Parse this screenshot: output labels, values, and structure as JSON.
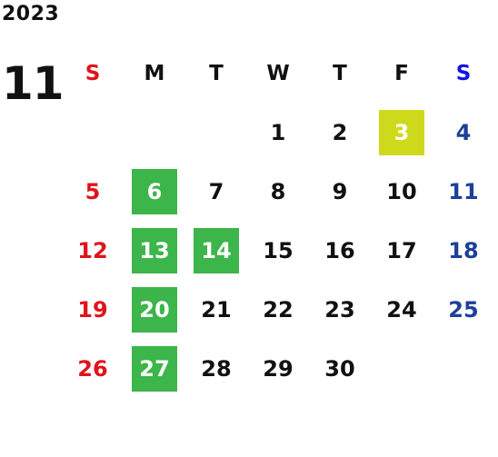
{
  "year": "2023",
  "month": "11",
  "weekdays": [
    "S",
    "M",
    "T",
    "W",
    "T",
    "F",
    "S"
  ],
  "colors": {
    "sunday": "#e0141b",
    "saturday": "#1c3f99",
    "saturday_header": "#1414e0",
    "highlight_green": "#3cb54a",
    "highlight_yellow": "#cfd91c",
    "text": "#111111"
  },
  "weeks": [
    [
      {
        "day": ""
      },
      {
        "day": ""
      },
      {
        "day": ""
      },
      {
        "day": "1"
      },
      {
        "day": "2"
      },
      {
        "day": "3",
        "highlight": "yellow"
      },
      {
        "day": "4"
      }
    ],
    [
      {
        "day": "5"
      },
      {
        "day": "6",
        "highlight": "green"
      },
      {
        "day": "7"
      },
      {
        "day": "8"
      },
      {
        "day": "9"
      },
      {
        "day": "10"
      },
      {
        "day": "11"
      }
    ],
    [
      {
        "day": "12"
      },
      {
        "day": "13",
        "highlight": "green"
      },
      {
        "day": "14",
        "highlight": "green"
      },
      {
        "day": "15"
      },
      {
        "day": "16"
      },
      {
        "day": "17"
      },
      {
        "day": "18"
      }
    ],
    [
      {
        "day": "19"
      },
      {
        "day": "20",
        "highlight": "green"
      },
      {
        "day": "21"
      },
      {
        "day": "22"
      },
      {
        "day": "23"
      },
      {
        "day": "24"
      },
      {
        "day": "25"
      }
    ],
    [
      {
        "day": "26"
      },
      {
        "day": "27",
        "highlight": "green"
      },
      {
        "day": "28"
      },
      {
        "day": "29"
      },
      {
        "day": "30"
      },
      {
        "day": ""
      },
      {
        "day": ""
      }
    ]
  ]
}
